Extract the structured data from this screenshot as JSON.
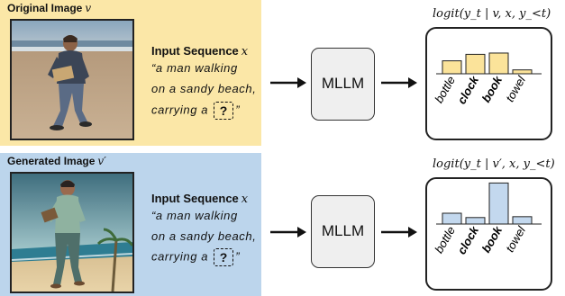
{
  "top": {
    "panel_title": "Original Image",
    "panel_var": "v",
    "panel_bg": "#fbe7a7",
    "seq_title": "Input Sequence",
    "seq_var": "x",
    "seq_lines": [
      "“a  man  walking",
      "on a sandy beach,",
      "carrying a"
    ],
    "mask_glyph": "?",
    "seq_close": "”",
    "model_label": "MLLM",
    "logit_label": "logit(y_t | v, x, y_<t)",
    "bar_fill": "#fbe39a"
  },
  "bottom": {
    "panel_title": "Generated Image",
    "panel_var": "v′",
    "panel_bg": "#bcd5ec",
    "seq_title": "Input Sequence",
    "seq_var": "x",
    "seq_lines": [
      "“a  man  walking",
      "on a sandy beach,",
      "carrying a"
    ],
    "mask_glyph": "?",
    "seq_close": "”",
    "model_label": "MLLM",
    "logit_label": "logit(y_t | v′, x, y_<t)",
    "bar_fill": "#c3d8ee"
  },
  "chart_data": [
    {
      "type": "bar",
      "categories": [
        "bottle",
        "clock",
        "book",
        "towel"
      ],
      "bold_categories": [
        "clock",
        "book"
      ],
      "values": [
        0.3,
        0.45,
        0.48,
        0.09
      ],
      "ylim": [
        0,
        1
      ]
    },
    {
      "type": "bar",
      "categories": [
        "bottle",
        "clock",
        "book",
        "towel"
      ],
      "bold_categories": [
        "clock",
        "book"
      ],
      "values": [
        0.25,
        0.15,
        0.95,
        0.17
      ],
      "ylim": [
        0,
        1
      ]
    }
  ]
}
